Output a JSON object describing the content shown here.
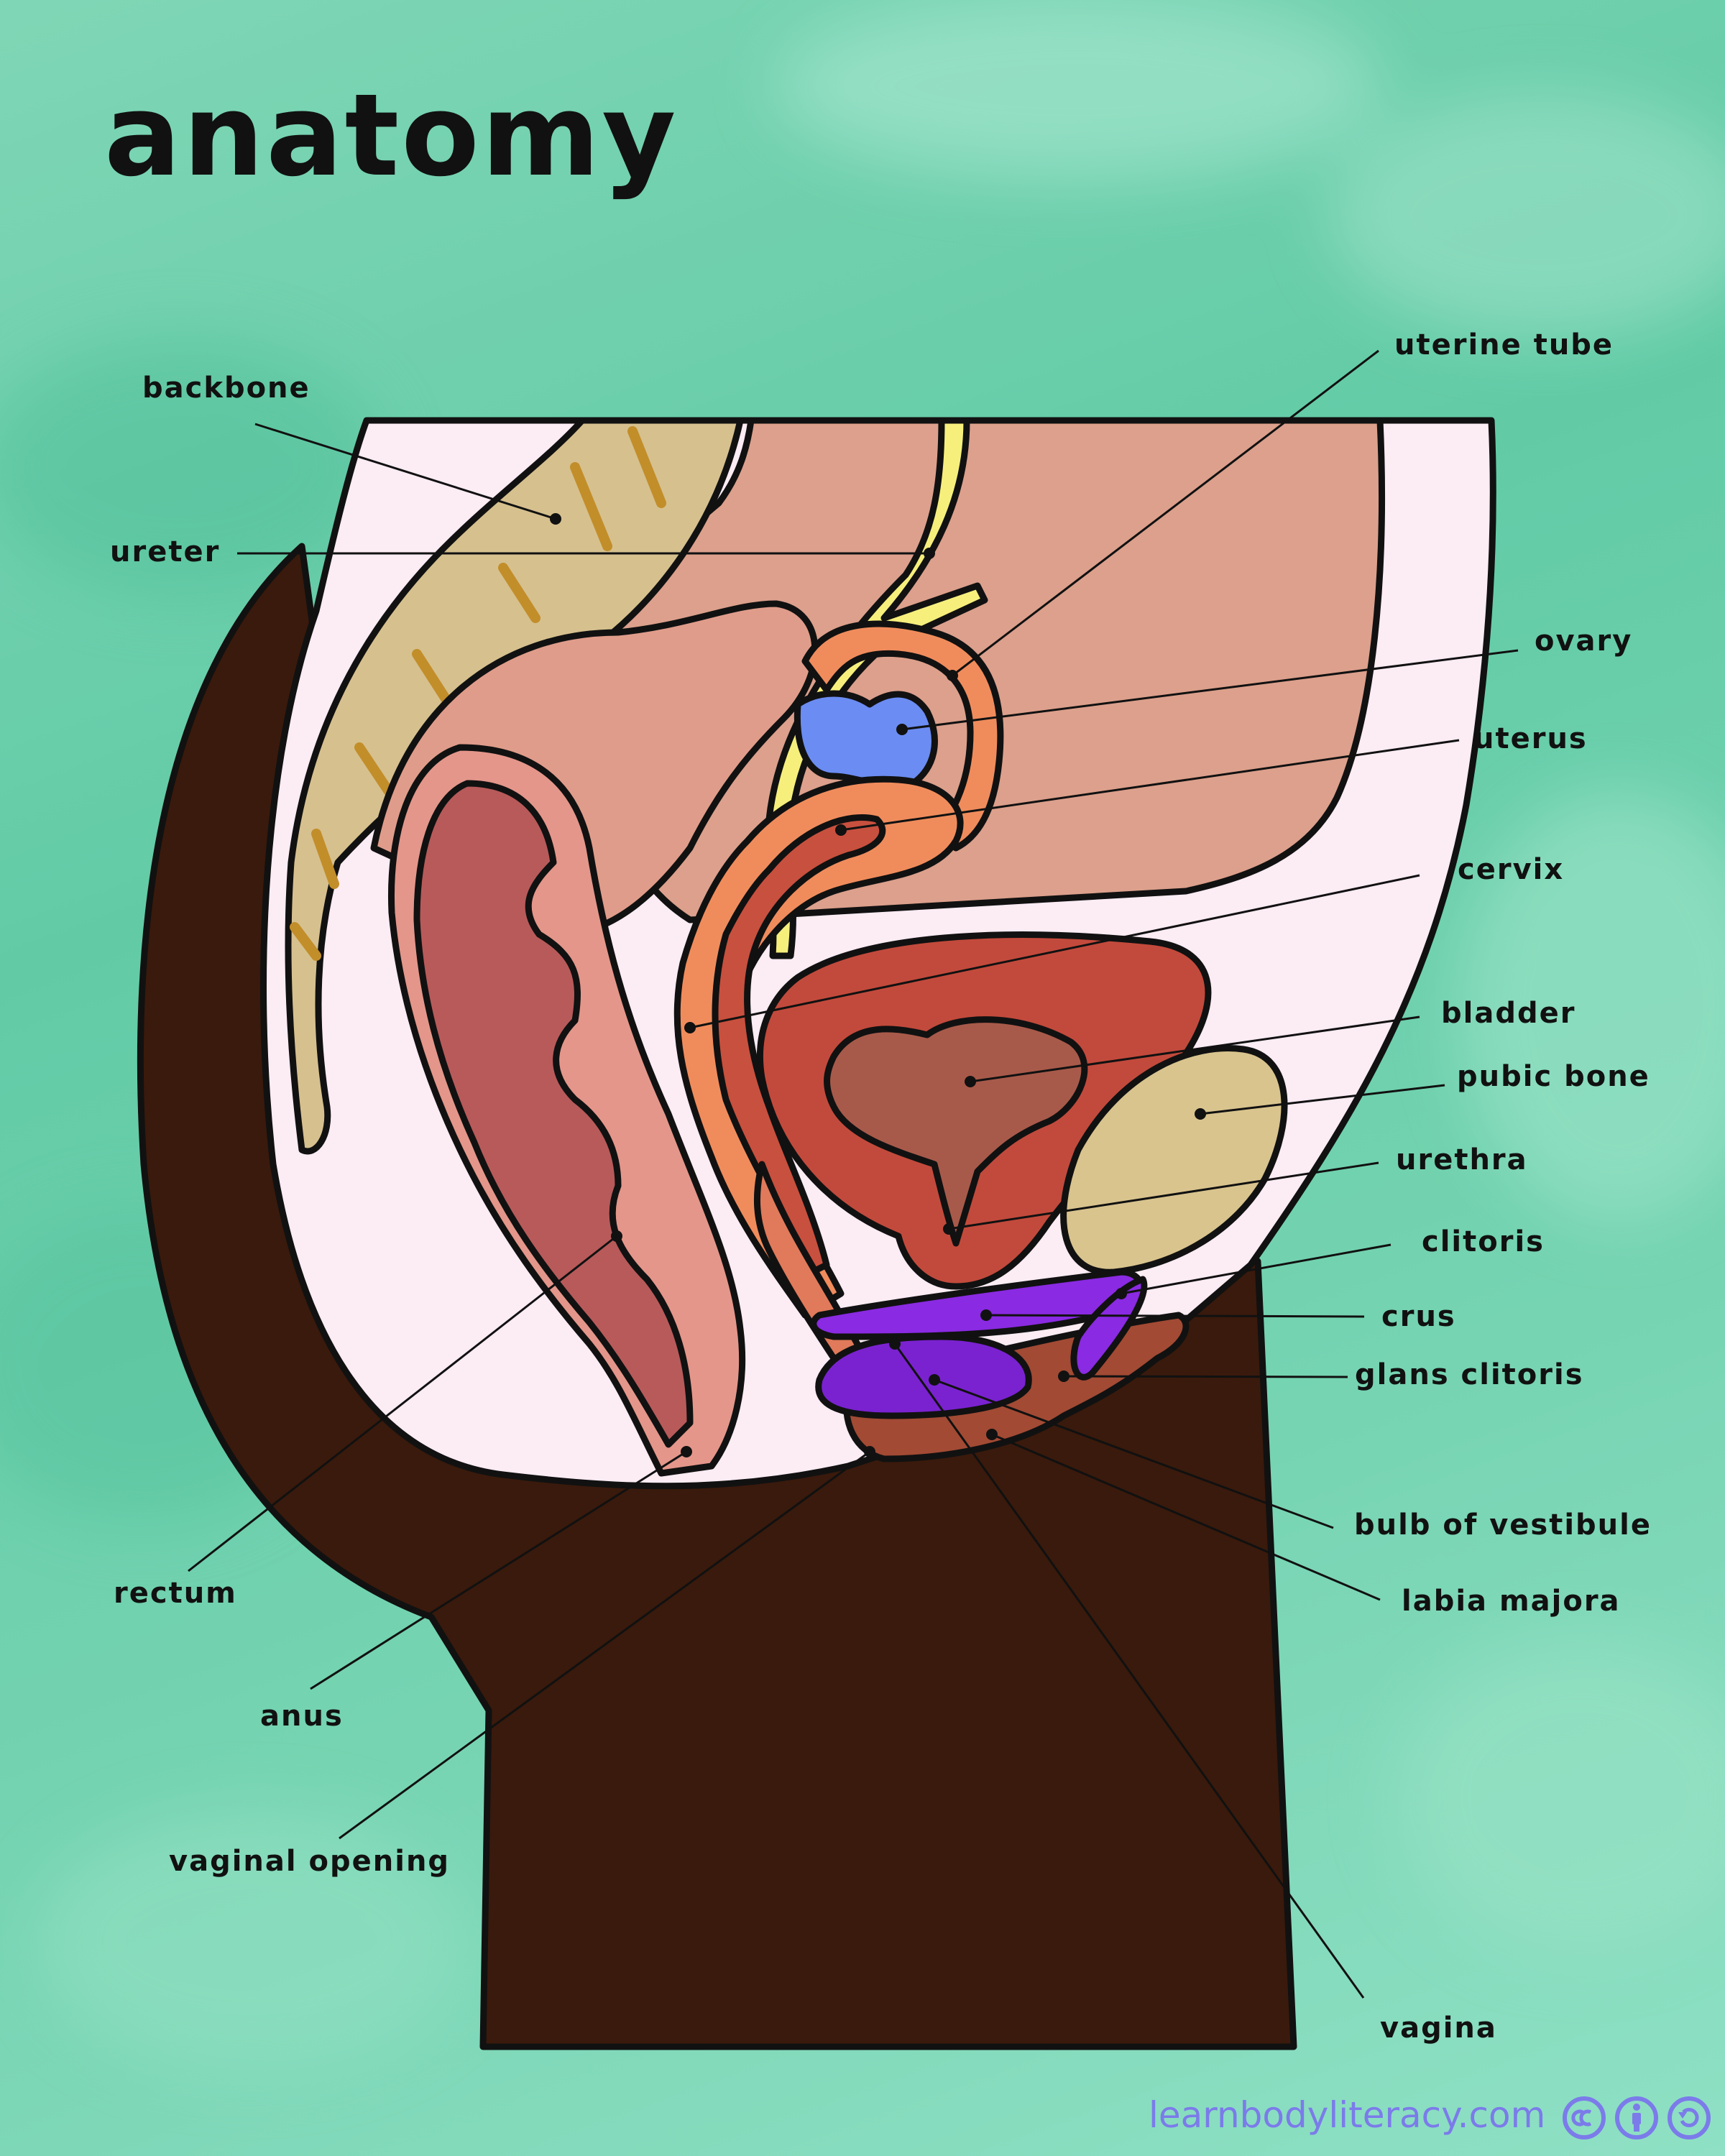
{
  "title": "anatomy",
  "labels": {
    "uterine_tube": "uterine tube",
    "backbone": "backbone",
    "ureter": "ureter",
    "ovary": "ovary",
    "uterus": "uterus",
    "cervix": "cervix",
    "bladder": "bladder",
    "pubic_bone": "pubic bone",
    "urethra": "urethra",
    "clitoris": "clitoris",
    "crus": "crus",
    "glans_clitoris": "glans clitoris",
    "bulb_of_vestibule": "bulb of vestibule",
    "labia_majora": "labia majora",
    "rectum": "rectum",
    "anus": "anus",
    "vaginal_opening": "vaginal opening",
    "vagina": "vagina"
  },
  "footer": {
    "url": "learnbodyliteracy.com",
    "license_icons": [
      "creative-commons-icon",
      "attribution-icon",
      "share-alike-icon"
    ]
  },
  "colors": {
    "background": "#6fd1ae",
    "skin_brown": "#3a1a0c",
    "body_cavity": "#fcecf4",
    "abdomen": "#dca08c",
    "backbone": "#d6c08e",
    "vertebra_stripe": "#c28e2a",
    "ureter": "#f6ef7c",
    "rectum": "#e4968a",
    "rectum_folds": "#b85a5a",
    "uterus": "#f08c5c",
    "uterus_inner": "#c8503e",
    "ovary": "#6b8cf2",
    "bladder": "#c24a3c",
    "bladder_inner": "#a85a4a",
    "pubic_bone": "#d9c48e",
    "clitoris": "#8a2ae2",
    "labia": "#a24a34",
    "footer_text": "#7b7bea"
  }
}
